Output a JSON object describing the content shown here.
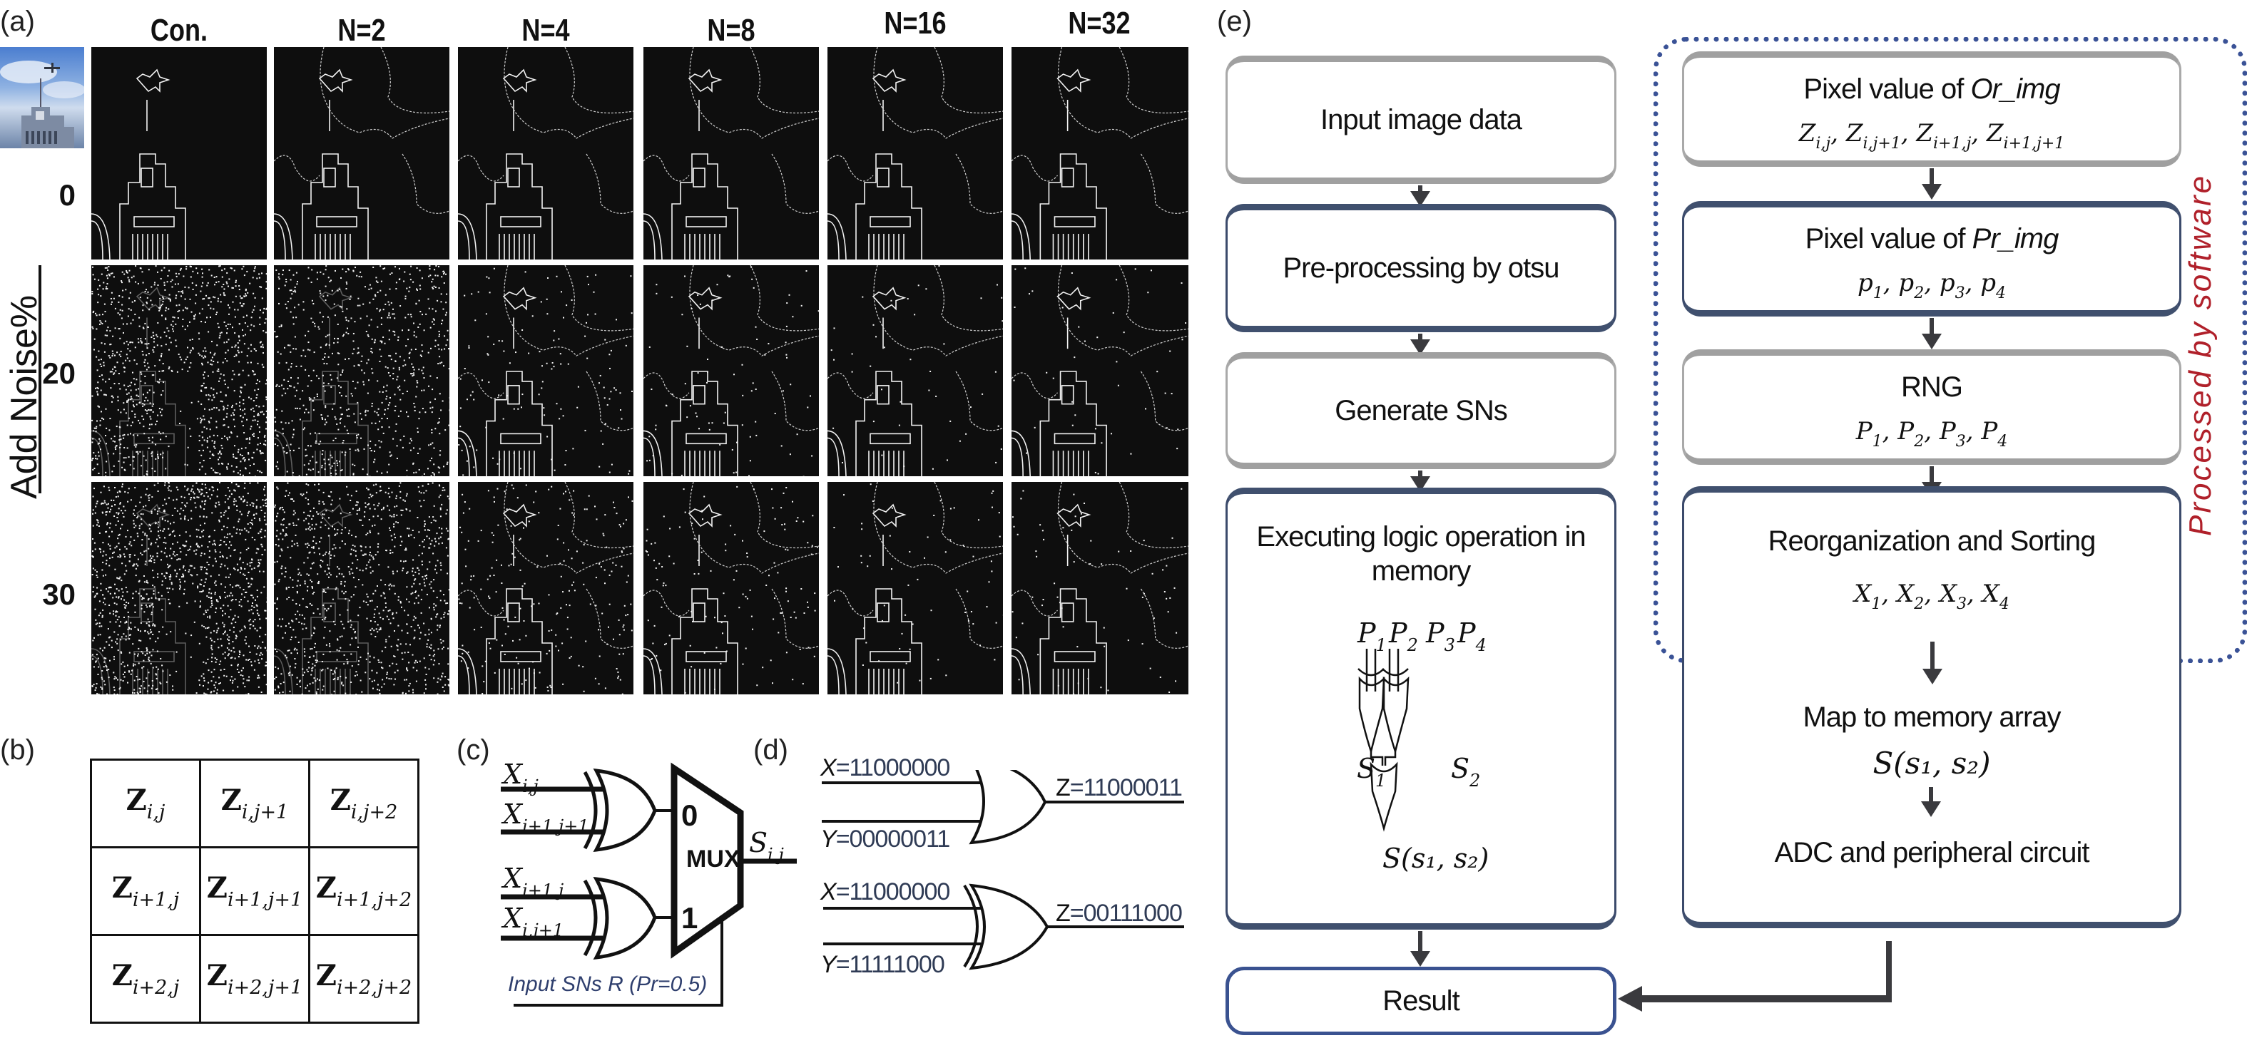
{
  "panels": {
    "a": {
      "label": "(a)",
      "column_headers": [
        "Con.",
        "N=2",
        "N=4",
        "N=8",
        "N=16",
        "N=32"
      ],
      "row_axis_title": "Add Noise%",
      "row_labels": [
        "0",
        "20",
        "30"
      ],
      "thumbnail": "original-image-thumbnail",
      "cells_description": "edge-detection result images (airplane over clock tower) per noise level and N"
    },
    "b": {
      "label": "(b)",
      "grid": [
        [
          {
            "base": "Z",
            "sub": "i,j"
          },
          {
            "base": "Z",
            "sub": "i,j+1"
          },
          {
            "base": "Z",
            "sub": "i,j+2"
          }
        ],
        [
          {
            "base": "Z",
            "sub": "i+1,j"
          },
          {
            "base": "Z",
            "sub": "i+1,j+1"
          },
          {
            "base": "Z",
            "sub": "i+1,j+2"
          }
        ],
        [
          {
            "base": "Z",
            "sub": "i+2,j"
          },
          {
            "base": "Z",
            "sub": "i+2,j+1"
          },
          {
            "base": "Z",
            "sub": "i+2,j+2"
          }
        ]
      ]
    },
    "c": {
      "label": "(c)",
      "inputs": [
        {
          "base": "X",
          "sub": "i,j"
        },
        {
          "base": "X",
          "sub": "i+1,j+1"
        },
        {
          "base": "X",
          "sub": "i+1,j"
        },
        {
          "base": "X",
          "sub": "i,j+1"
        }
      ],
      "mux_label": "MUX",
      "mux_in0": "0",
      "mux_in1": "1",
      "output": {
        "base": "S",
        "sub": "i,j"
      },
      "select_label": "Input SNs R (Pr=0.5)",
      "gate_type": "XOR"
    },
    "d": {
      "label": "(d)",
      "gates": [
        {
          "type": "OR",
          "x_name": "X",
          "x_value": "=11000000",
          "y_name": "Y",
          "y_value": "=00000011",
          "z_name": "Z",
          "z_value": "=11000011"
        },
        {
          "type": "XOR",
          "x_name": "X",
          "x_value": "=11000000",
          "y_name": "Y",
          "y_value": "=11111000",
          "z_name": "Z",
          "z_value": "=00111000"
        }
      ]
    },
    "e": {
      "label": "(e)",
      "left_column": [
        {
          "title": "Input image data"
        },
        {
          "title": "Pre-processing by otsu"
        },
        {
          "title": "Generate SNs"
        },
        {
          "title": "Executing logic operation in memory",
          "tree_inputs": [
            {
              "base": "P",
              "sub": "1"
            },
            {
              "base": "P",
              "sub": "2"
            },
            {
              "base": "P",
              "sub": "3"
            },
            {
              "base": "P",
              "sub": "4"
            }
          ],
          "intermediate": [
            {
              "base": "S",
              "sub": "1"
            },
            {
              "base": "S",
              "sub": "2"
            }
          ],
          "output": "S(s₁, s₂)"
        },
        {
          "title": "Result"
        }
      ],
      "right_column": [
        {
          "title": "Pixel value of ",
          "title_italic": "Or_img",
          "math": "Zᵢ,ⱼ, Zᵢ,ⱼ₊₁, Zᵢ₊₁,ⱼ, Zᵢ₊₁,ⱼ₊₁",
          "terms": [
            {
              "base": "Z",
              "sub": "i,j"
            },
            {
              "base": "Z",
              "sub": "i,j+1"
            },
            {
              "base": "Z",
              "sub": "i+1,j"
            },
            {
              "base": "Z",
              "sub": "i+1,j+1"
            }
          ]
        },
        {
          "title": "Pixel value of ",
          "title_italic": "Pr_img",
          "terms": [
            {
              "base": "p",
              "sub": "1"
            },
            {
              "base": "p",
              "sub": "2"
            },
            {
              "base": "p",
              "sub": "3"
            },
            {
              "base": "p",
              "sub": "4"
            }
          ]
        },
        {
          "title": "RNG",
          "terms": [
            {
              "base": "P",
              "sub": "1"
            },
            {
              "base": "P",
              "sub": "2"
            },
            {
              "base": "P",
              "sub": "3"
            },
            {
              "base": "P",
              "sub": "4"
            }
          ]
        },
        {
          "title": "Reorganization and Sorting",
          "terms": [
            {
              "base": "X",
              "sub": "1"
            },
            {
              "base": "X",
              "sub": "2"
            },
            {
              "base": "X",
              "sub": "3"
            },
            {
              "base": "X",
              "sub": "4"
            }
          ]
        },
        {
          "title": "Map to memory array",
          "math": "S(s₁, s₂)"
        },
        {
          "title": "ADC and peripheral circuit"
        }
      ],
      "software_region_label": "Processed by software",
      "colors": {
        "software_label": "#b0202a",
        "dotted_border": "#3a5296",
        "box_dark": "#40506e",
        "box_gray": "#a0a0a0",
        "result_border": "#3a5290"
      }
    }
  }
}
